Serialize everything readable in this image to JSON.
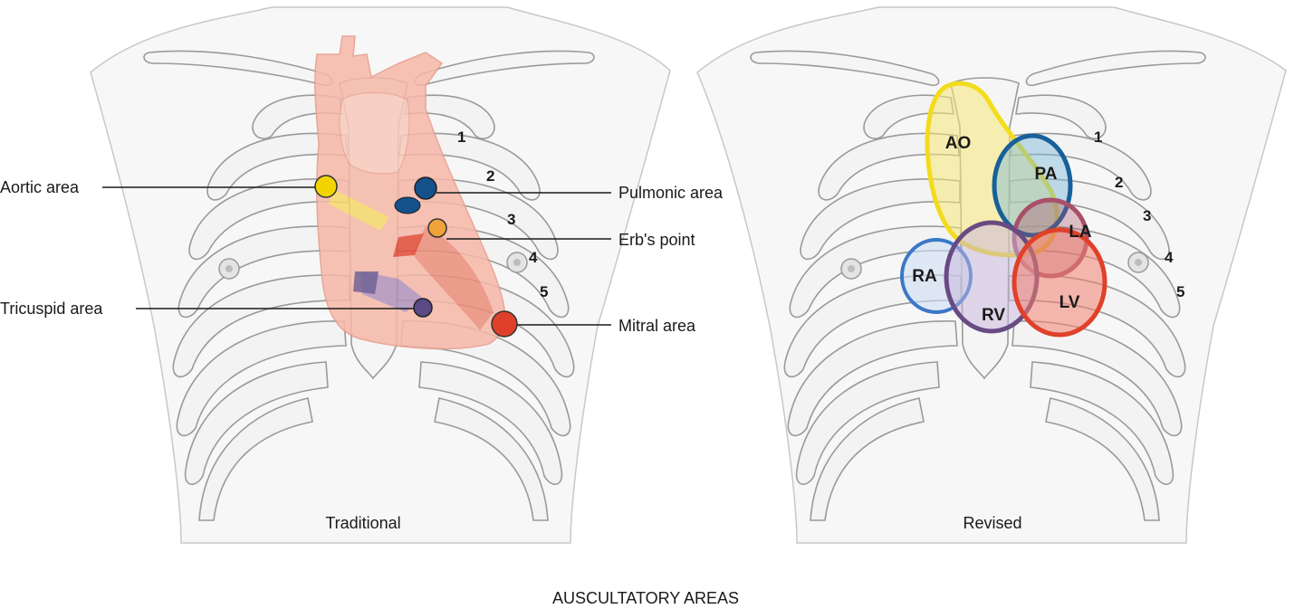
{
  "title": "AUSCULTATORY AREAS",
  "traditional": {
    "caption": "Traditional",
    "labels": {
      "aortic": "Aortic area",
      "pulmonic": "Pulmonic area",
      "erbs": "Erb's point",
      "tricuspid": "Tricuspid area",
      "mitral": "Mitral area"
    },
    "rib_numbers": [
      "1",
      "2",
      "3",
      "4",
      "5"
    ],
    "colors": {
      "aortic": "#f2d400",
      "pulmonic": "#14508a",
      "erbs": "#f0a23a",
      "tricuspid": "#5a4a86",
      "mitral": "#e0402a",
      "heart": "#f6b8a8"
    }
  },
  "revised": {
    "caption": "Revised",
    "regions": {
      "ao": "AO",
      "pa": "PA",
      "la": "LA",
      "ra": "RA",
      "rv": "RV",
      "lv": "LV"
    },
    "rib_numbers": [
      "1",
      "2",
      "3",
      "4",
      "5"
    ],
    "colors": {
      "ao": "#f2dc1c",
      "pa": "#17609a",
      "la": "#a8506a",
      "ra": "#3a78c8",
      "rv": "#6a4a82",
      "lv": "#e0402a"
    }
  }
}
